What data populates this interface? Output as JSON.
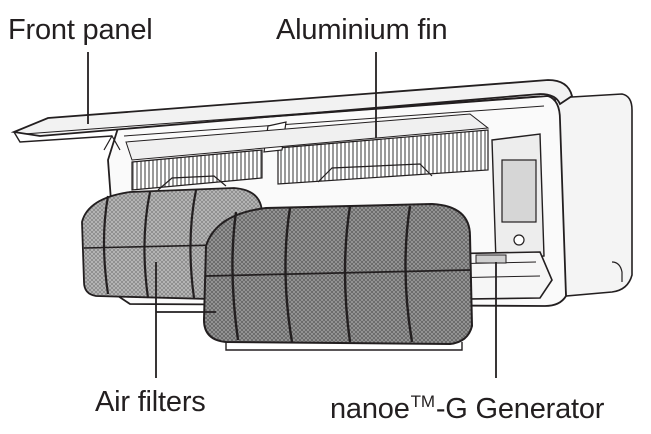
{
  "labels": {
    "front_panel": "Front panel",
    "aluminium_fin": "Aluminium fin",
    "air_filters": "Air filters",
    "nanoe_prefix": "nanoe",
    "nanoe_tm": "TM",
    "nanoe_suffix": "-G Generator"
  },
  "colors": {
    "outline": "#231f20",
    "filter_mesh": "#7a7a7a",
    "fin": "#8c8c8c",
    "panel_fill": "#f2f2f2",
    "shadow": "#d9d9d9"
  }
}
